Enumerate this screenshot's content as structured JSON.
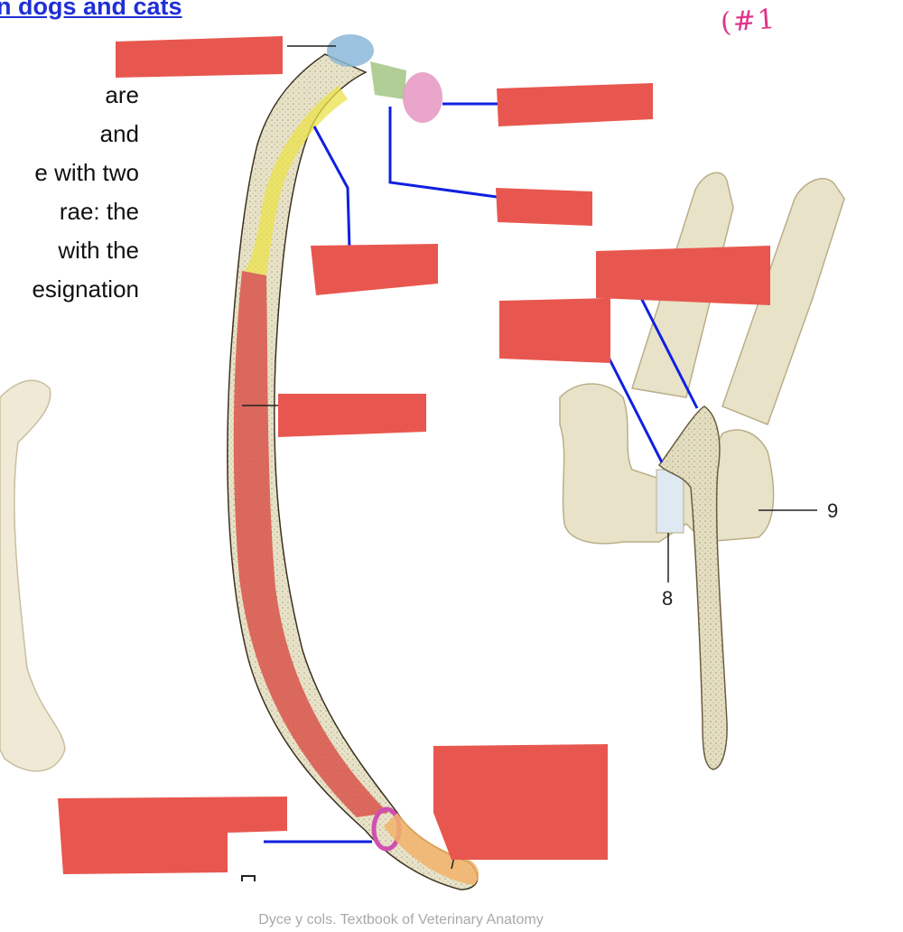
{
  "header": {
    "title": "n dogs and cats",
    "annotation": "(#1"
  },
  "paragraph": {
    "lines": [
      "are",
      "and",
      "e with two",
      "rae: the",
      "with the",
      "esignation"
    ]
  },
  "labels": {
    "detail_figure": [
      "9",
      "8"
    ]
  },
  "credit": "Dyce y cols. Textbook of Veterinary Anatomy",
  "colors": {
    "redaction_box": "#e8574f",
    "leader_line": "#1020e0",
    "title_link": "#1f2fd6",
    "bone": "#e8e3c8",
    "shaft_body": "#d9534a",
    "neck_region": "#ece24a",
    "head_region": "#8ab7d8",
    "tubercle_region": "#e89bc4",
    "costochondral_region": "#f2b36a"
  }
}
